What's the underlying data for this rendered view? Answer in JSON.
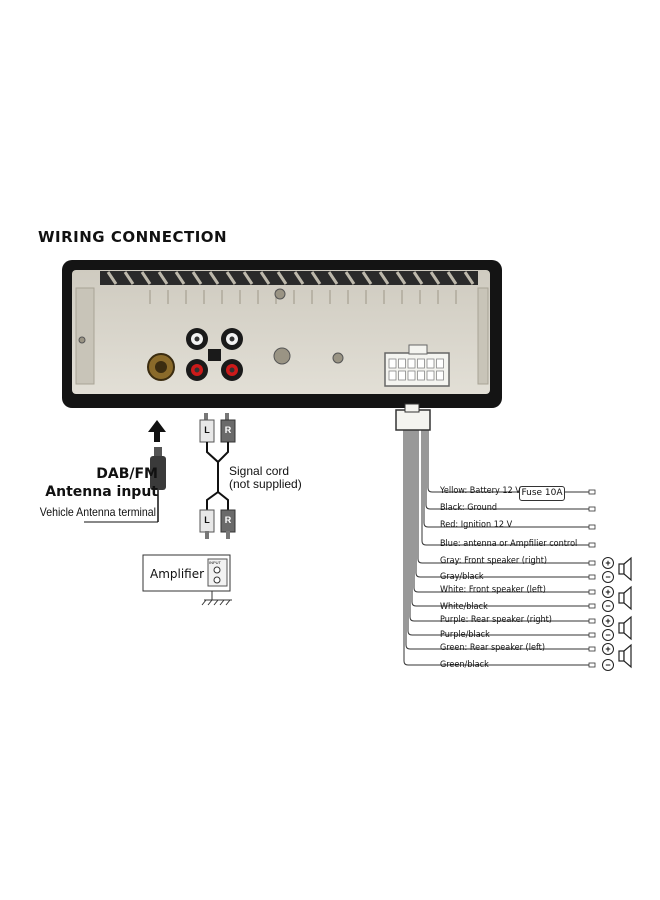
{
  "title": "WIRING CONNECTION",
  "antenna": {
    "line1": "DAB/FM",
    "line2": "Antenna input",
    "line3": "Vehicle Antenna terminal"
  },
  "signal_cord": {
    "line1": "Signal cord",
    "line2": "(not supplied)",
    "left_plug": "L",
    "right_plug": "R"
  },
  "amplifier": {
    "label": "Amplifier",
    "input_label": "INPUT"
  },
  "fuse": "Fuse 10A",
  "wires": [
    "Yellow: Battery 12 V",
    "Black: Ground",
    "Red: Ignition 12 V",
    "Blue: antenna or Ampfilier control",
    "Gray: Front speaker (right)",
    "Gray/black",
    "White: Front speaker (left)",
    "White/black",
    "Purple: Rear speaker (right)",
    "Purple/black",
    "Green: Rear speaker (left)",
    "Green/black"
  ],
  "polarity": {
    "plus": "+",
    "minus": "−"
  },
  "colors": {
    "background": "#ffffff",
    "frame": "#111111",
    "panel": "#d9d6cc",
    "rca_red": "#cc1a1a"
  }
}
